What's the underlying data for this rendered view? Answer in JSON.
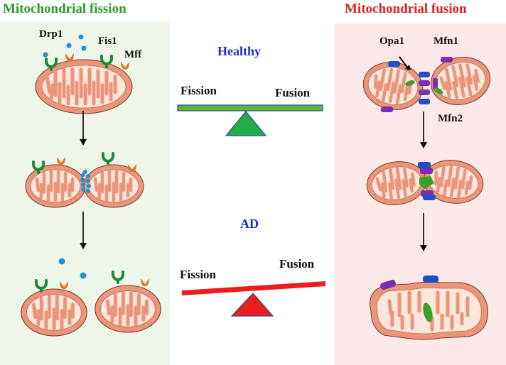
{
  "titles": {
    "fission": "Mitochondrial fission",
    "fusion": "Mitochondrial fusion"
  },
  "states": {
    "healthy": "Healthy",
    "ad": "AD"
  },
  "balance_labels": {
    "healthy_fission": "Fission",
    "healthy_fusion": "Fusion",
    "ad_fission": "Fission",
    "ad_fusion": "Fusion"
  },
  "protein_labels": {
    "drp1": "Drp1",
    "fis1": "Fis1",
    "mff": "Mff",
    "opa1": "Opa1",
    "mfn1": "Mfn1",
    "mfn2": "Mfn2"
  },
  "colors": {
    "fission_title": "#2a9a2a",
    "fusion_title": "#e02020",
    "state_text": "#1a2ec8",
    "healthy_beam": "#5cb83c",
    "healthy_fulcrum": "#1fae4a",
    "ad_beam": "#ee1c1c",
    "ad_fulcrum": "#ee1c1c",
    "mito_outer": "#ec9478",
    "mito_inner": "#fbe6db",
    "drp1": "#1f8fd6",
    "fis1": "#1f8a3a",
    "mff": "#e0781e",
    "mfn1": "#7a2fb0",
    "mfn2": "#1f4fc8",
    "opa1": "#3aa02a"
  }
}
